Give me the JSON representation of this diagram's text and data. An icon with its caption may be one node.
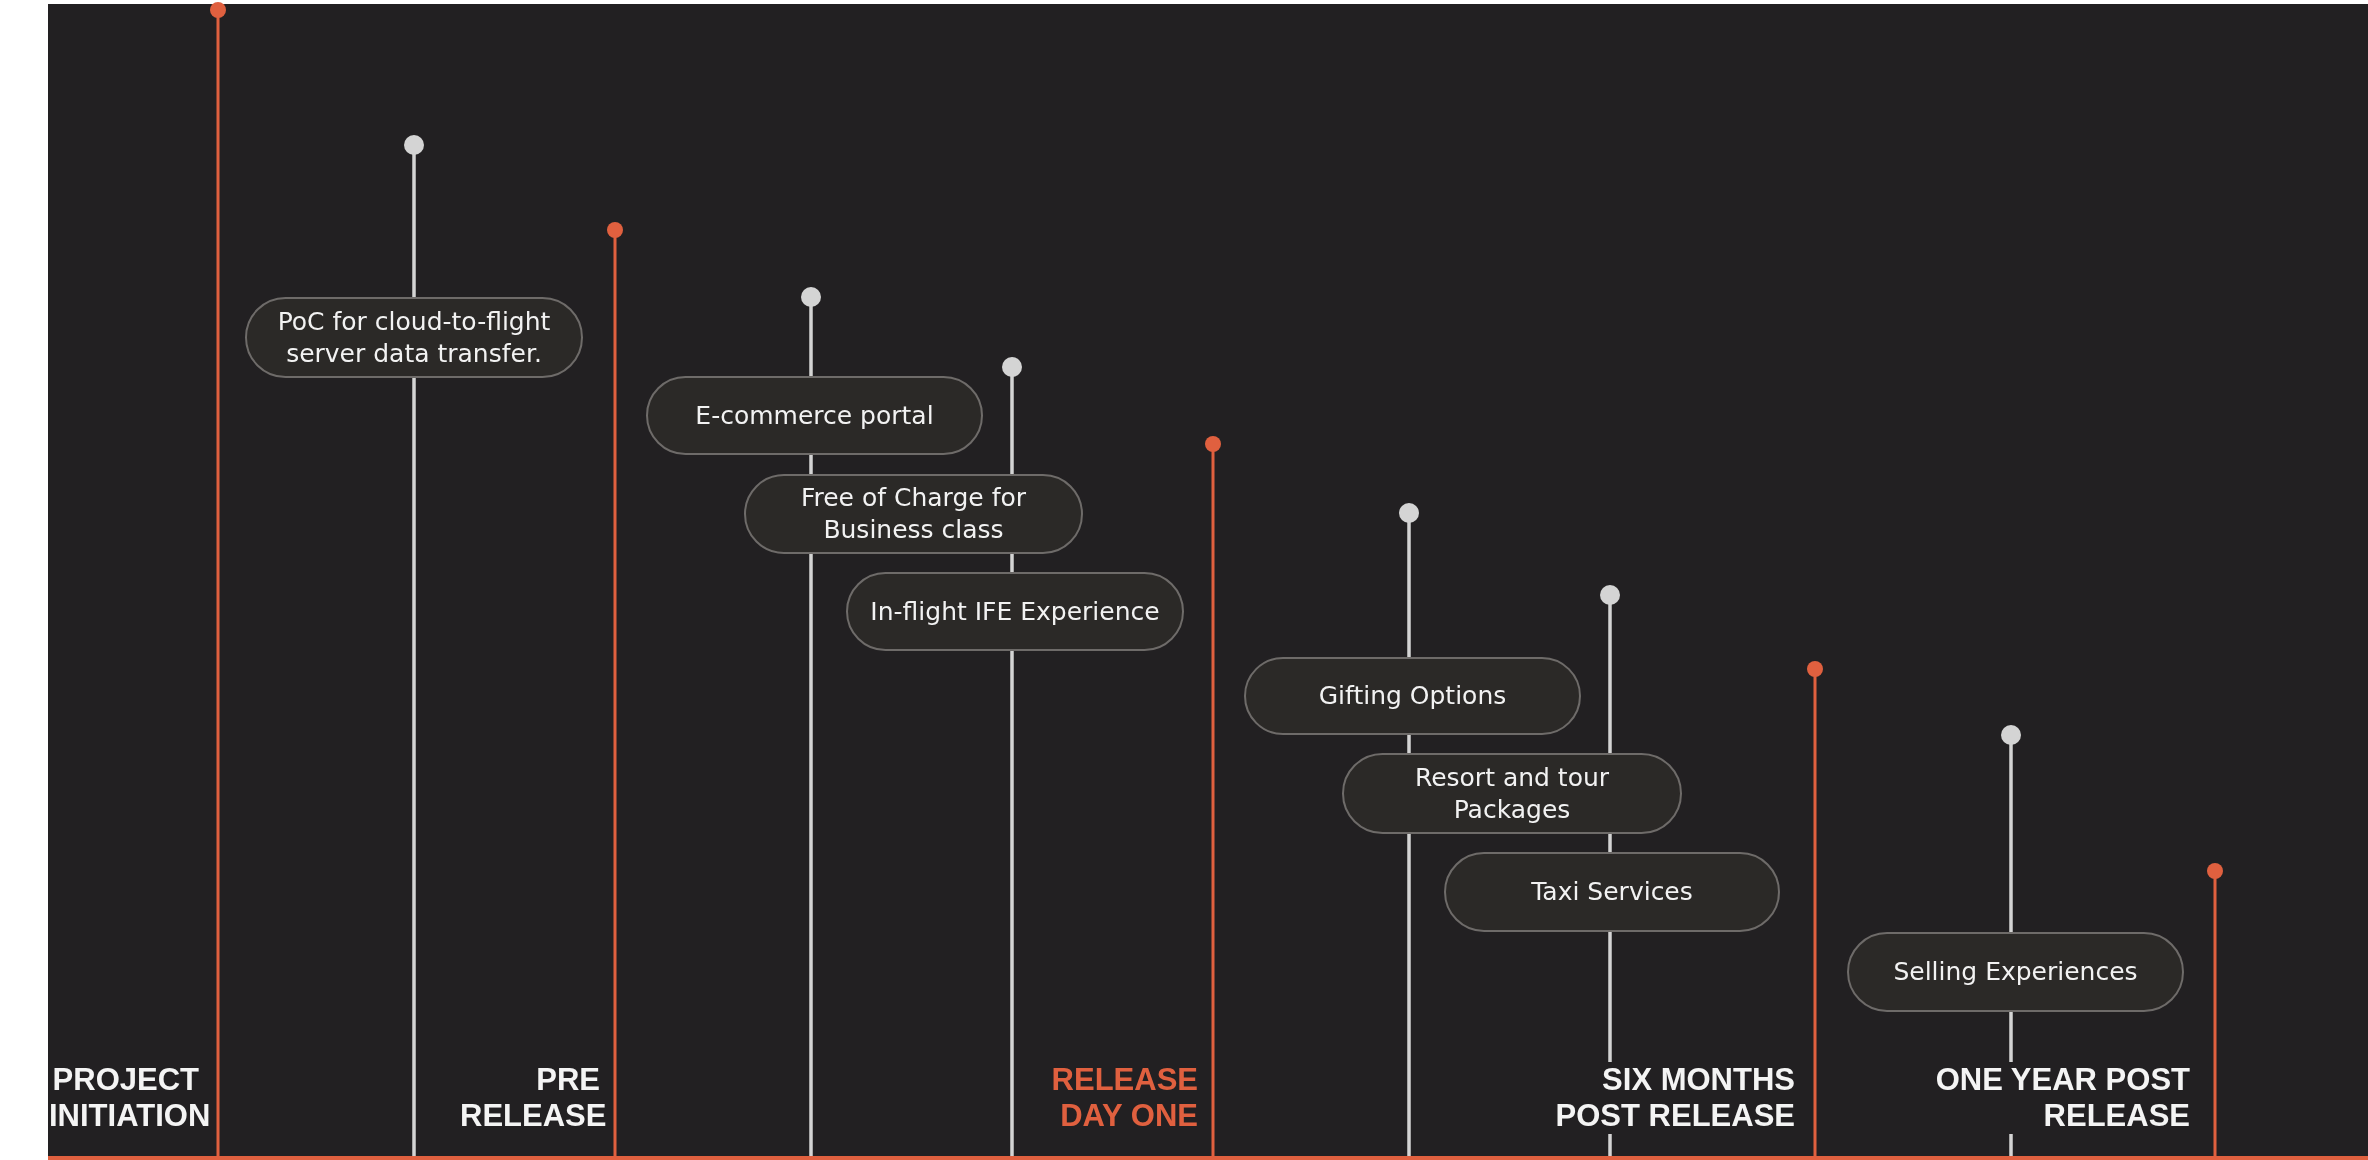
{
  "diagram": {
    "nodes": [
      {
        "text": [
          "PoC for cloud-to-flight server data transfer."
        ]
      },
      {
        "text": [
          "E-commerce portal"
        ]
      },
      {
        "text": [
          "Free of Charge for Business class"
        ]
      },
      {
        "text": [
          "In-flight IFE Experience"
        ]
      },
      {
        "text": [
          "Gifting Options"
        ]
      },
      {
        "text": [
          "Resort and tour Packages"
        ]
      },
      {
        "text": [
          "Taxi Services"
        ]
      },
      {
        "text": [
          "Selling Experiences"
        ]
      }
    ],
    "edges": [],
    "labels": [
      "PROJECT INITIATION",
      "PRE RELEASE",
      "RELEASE DAY ONE",
      "SIX MONTHS POST RELEASE",
      "ONE YEAR POST RELEASE"
    ]
  }
}
